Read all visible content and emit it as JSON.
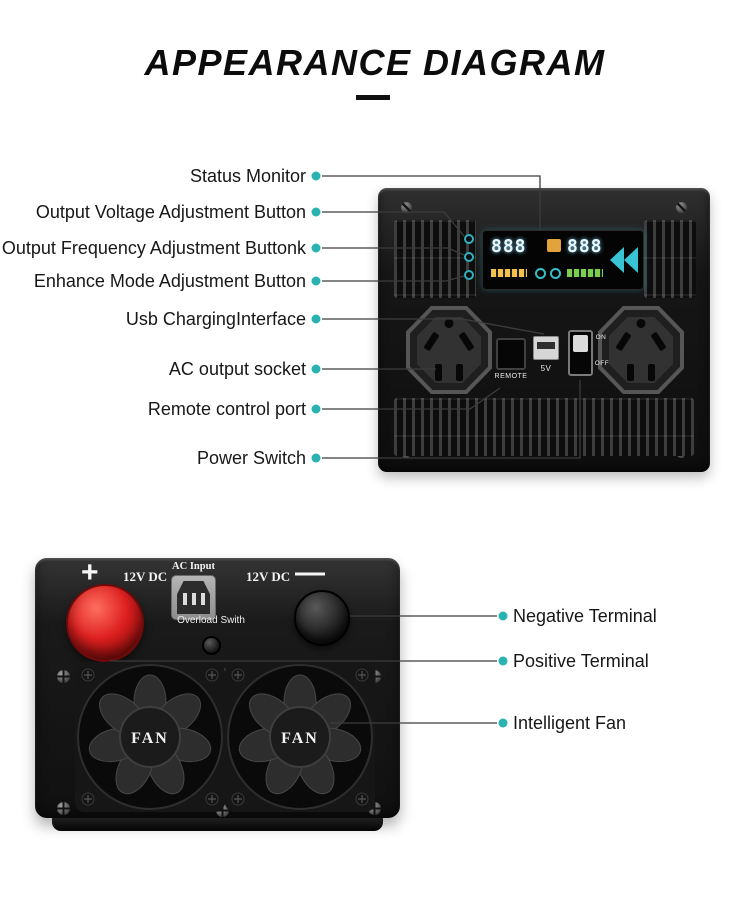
{
  "title": "APPEARANCE DIAGRAM",
  "accent_color": "#29b2b2",
  "front": {
    "labels": [
      "Status Monitor",
      "Output Voltage Adjustment Button",
      "Output Frequency Adjustment Buttonk",
      "Enhance Mode Adjustment Button",
      "Usb ChargingInterface",
      "AC output socket",
      "Remote control port",
      "Power Switch"
    ],
    "device": {
      "display_left": "888",
      "display_right": "888",
      "remote": "REMOTE",
      "usb": "5V",
      "on": "ON",
      "off": "OFF"
    }
  },
  "back": {
    "labels": [
      "Negative Terminal",
      "Positive Terminal",
      "Intelligent Fan"
    ],
    "device": {
      "plus": "+",
      "minus": "—",
      "dc_left": "12V DC",
      "ac_input": "AC Input",
      "dc_right": "12V DC",
      "overload": "Overload Swith",
      "fan_left": "FAN",
      "fan_right": "FAN"
    }
  }
}
